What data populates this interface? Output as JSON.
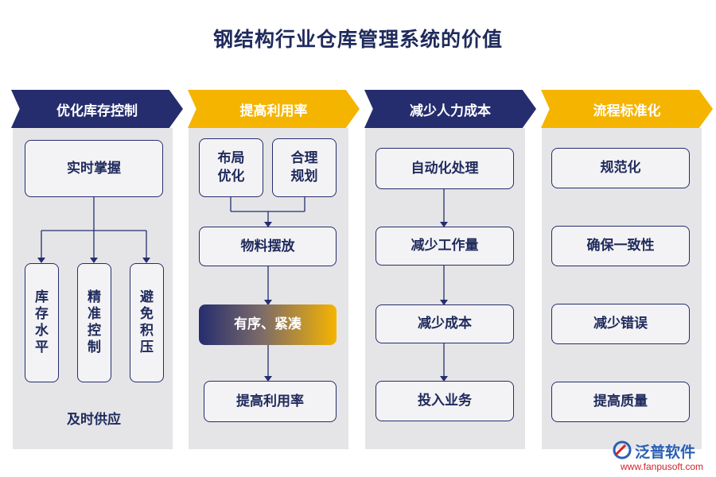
{
  "title": "钢结构行业仓库管理系统的价值",
  "columns": [
    {
      "header": "优化库存控制",
      "top": "实时掌握",
      "verticals": [
        "库存水平",
        "精准控制",
        "避免积压"
      ],
      "footer": "及时供应"
    },
    {
      "header": "提高利用率",
      "top_left": "布局优化",
      "top_right": "合理规划",
      "items": [
        "物料摆放",
        "有序、紧凑",
        "提高利用率"
      ]
    },
    {
      "header": "减少人力成本",
      "items": [
        "自动化处理",
        "减少工作量",
        "减少成本",
        "投入业务"
      ]
    },
    {
      "header": "流程标准化",
      "items": [
        "规范化",
        "确保一致性",
        "减少错误",
        "提高质量"
      ]
    }
  ],
  "logo": {
    "name": "泛普软件",
    "url": "www.fanpusoft.com"
  },
  "colors": {
    "navy": "#252d6e",
    "gold": "#f5b400",
    "panel": "#e5e5e8"
  }
}
